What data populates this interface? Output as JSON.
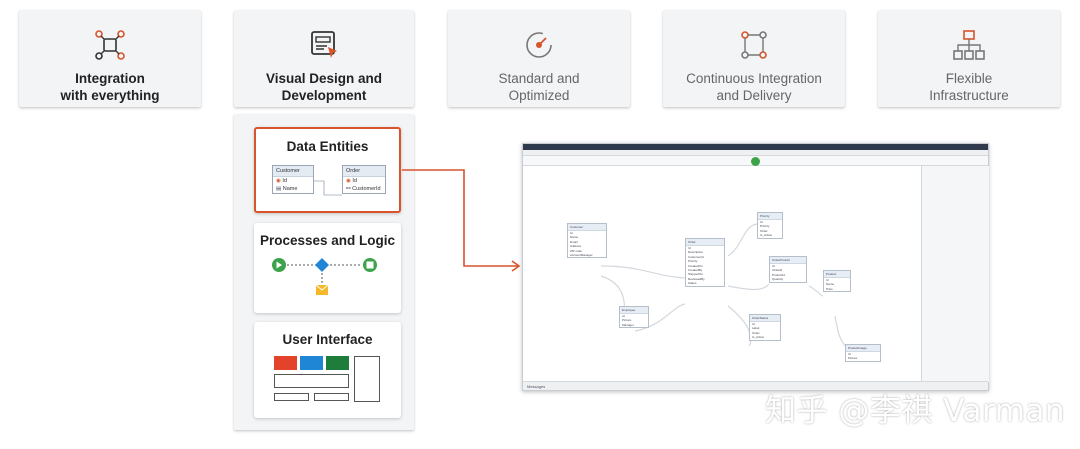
{
  "colors": {
    "accent": "#d9532b",
    "green": "#3da34b",
    "blue": "#1f86d6",
    "red": "#e2432a",
    "darkgreen": "#1e7d3a"
  },
  "top_cards": [
    {
      "line1": "Integration",
      "line2": "with everything",
      "icon": "integration-icon"
    },
    {
      "line1": "Visual Design and",
      "line2": "Development",
      "icon": "visual-design-icon"
    },
    {
      "line1": "Standard and",
      "line2": "Optimized",
      "icon": "gauge-icon"
    },
    {
      "line1": "Continuous Integration",
      "line2": "and Delivery",
      "icon": "cycle-icon"
    },
    {
      "line1": "Flexible",
      "line2": "Infrastructure",
      "icon": "hierarchy-icon"
    }
  ],
  "subpanels": {
    "data_entities": {
      "title": "Data Entities",
      "customer": {
        "name": "Customer",
        "fields": [
          "Id",
          "Name"
        ]
      },
      "order": {
        "name": "Order",
        "fields": [
          "Id",
          "CustomerId"
        ]
      }
    },
    "processes": {
      "title": "Processes and Logic"
    },
    "ui": {
      "title": "User Interface"
    }
  },
  "screenshot": {
    "status_text": "Messages",
    "entities": {
      "customer": {
        "name": "Customer",
        "fields": [
          "Id",
          "Name",
          "Email",
          "Address",
          "ZIP code",
          "AccountManager"
        ]
      },
      "order": {
        "name": "Order",
        "fields": [
          "Id",
          "Description",
          "CustomerId",
          "Priority",
          "CreatedOn",
          "CreatedBy",
          "ShippedOn",
          "ReviewedBy",
          "Status"
        ]
      },
      "employee": {
        "name": "Employee",
        "fields": [
          "Id",
          "Picture",
          "Manager"
        ]
      },
      "priority": {
        "name": "Priority",
        "fields": [
          "Id",
          "Priority",
          "Order",
          "Is_Active"
        ]
      },
      "orderproduct": {
        "name": "OrderProduct",
        "fields": [
          "Id",
          "OrderId",
          "ProductId",
          "Quantity"
        ]
      },
      "product": {
        "name": "Product",
        "fields": [
          "Id",
          "Name",
          "Price"
        ]
      },
      "orderstatus": {
        "name": "OrderStatus",
        "fields": [
          "Id",
          "Label",
          "Order",
          "Is_Active"
        ]
      },
      "productimage": {
        "name": "ProductImage",
        "fields": [
          "Id",
          "Picture"
        ]
      }
    }
  },
  "watermark": "知乎 @李祺 Varman"
}
